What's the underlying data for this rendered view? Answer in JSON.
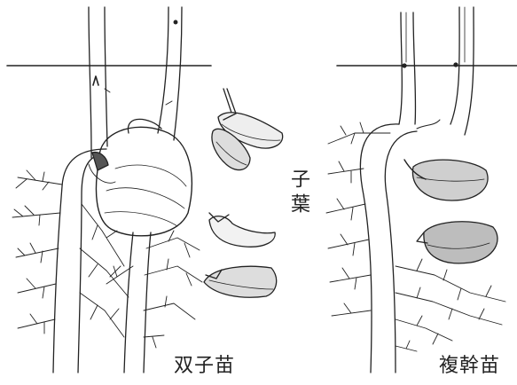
{
  "labels": {
    "cotyledon": "子葉",
    "double_seedling": "双子苗",
    "multi_trunk_seedling": "複幹苗"
  },
  "colors": {
    "ink": "#222222",
    "shade": "#555555",
    "background": "#ffffff"
  }
}
